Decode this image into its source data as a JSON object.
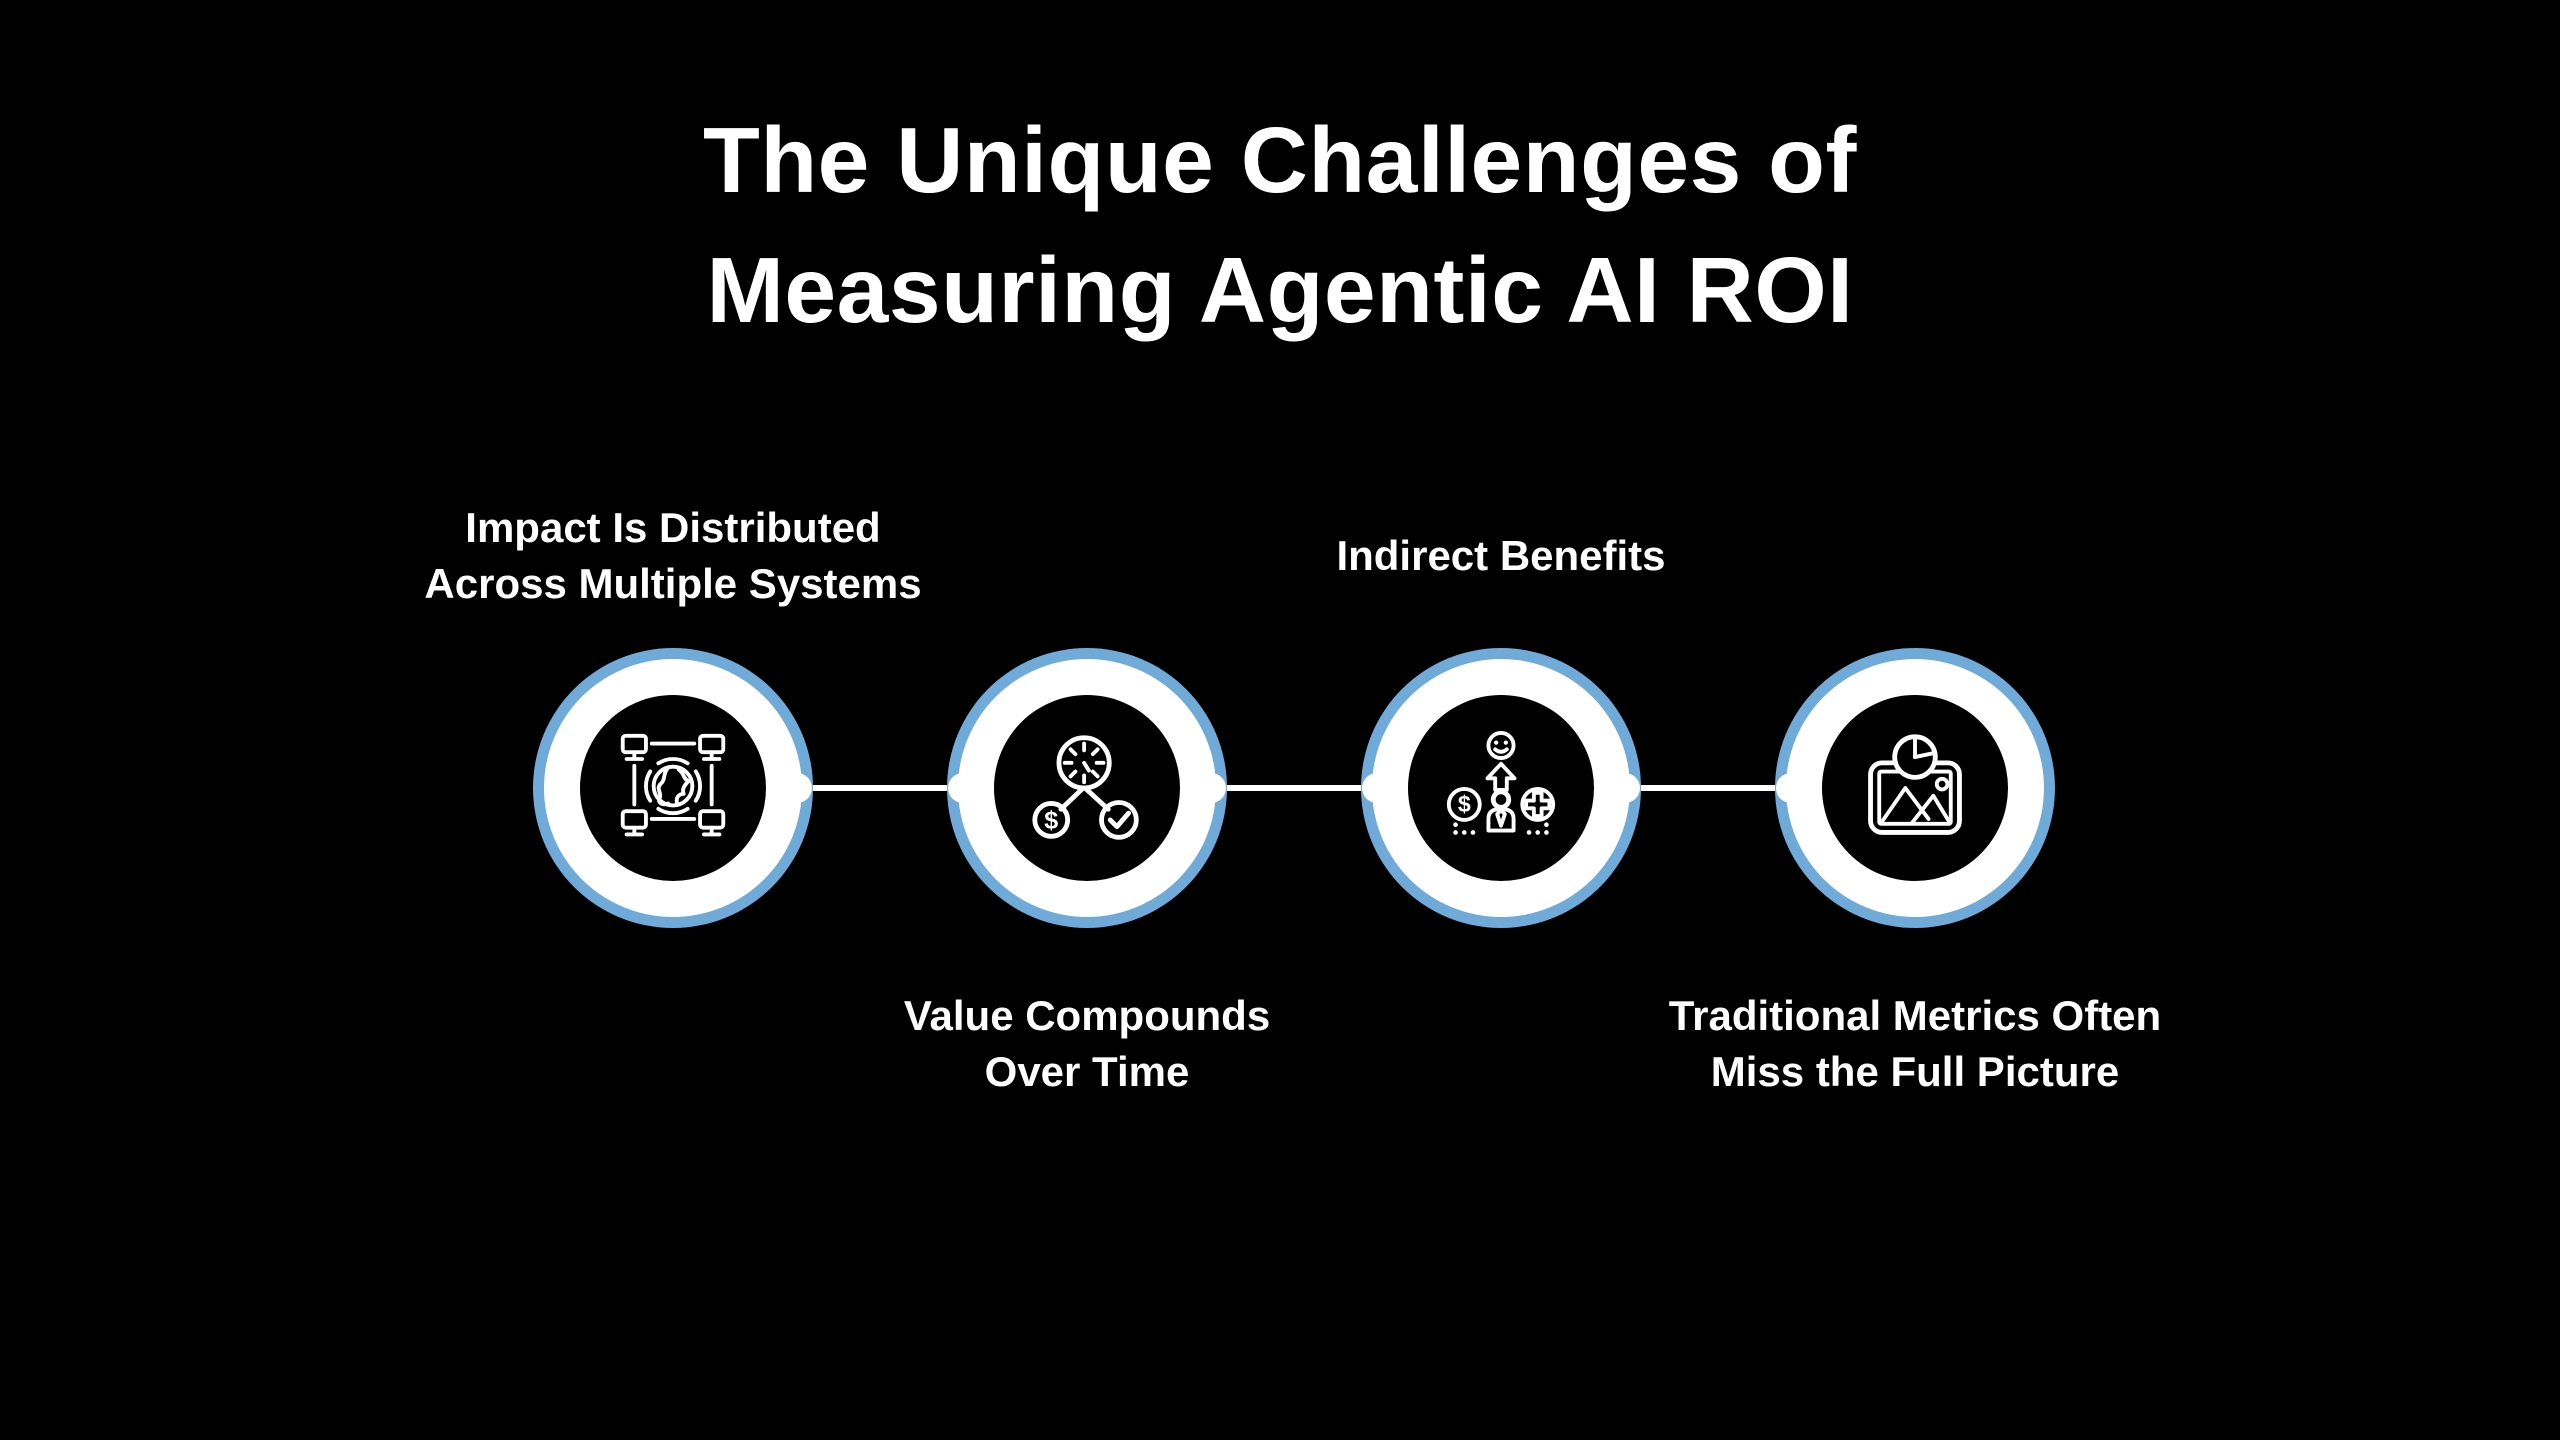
{
  "slide": {
    "title_lines": [
      "The Unique Challenges of",
      "Measuring Agentic AI ROI"
    ]
  },
  "challenges": [
    {
      "id": "distributed-impact",
      "icon": "distributed-systems-icon",
      "label_lines": [
        "Impact Is Distributed",
        "Across Multiple Systems"
      ],
      "label_position": "above"
    },
    {
      "id": "value-compounds",
      "icon": "time-value-icon",
      "label_lines": [
        "Value Compounds",
        "Over Time"
      ],
      "label_position": "below"
    },
    {
      "id": "indirect-benefits",
      "icon": "indirect-benefits-icon",
      "label_lines": [
        "Indirect Benefits"
      ],
      "label_position": "above"
    },
    {
      "id": "traditional-metrics",
      "icon": "full-picture-icon",
      "label_lines": [
        "Traditional Metrics Often",
        "Miss the Full Picture"
      ],
      "label_position": "below"
    }
  ],
  "colors": {
    "background": "#000000",
    "ring_accent": "#6FAAD9",
    "ring_inner": "#FFFFFF",
    "circle_fill": "#000000",
    "icon_stroke": "#FFFFFF",
    "text": "#FFFFFF"
  }
}
